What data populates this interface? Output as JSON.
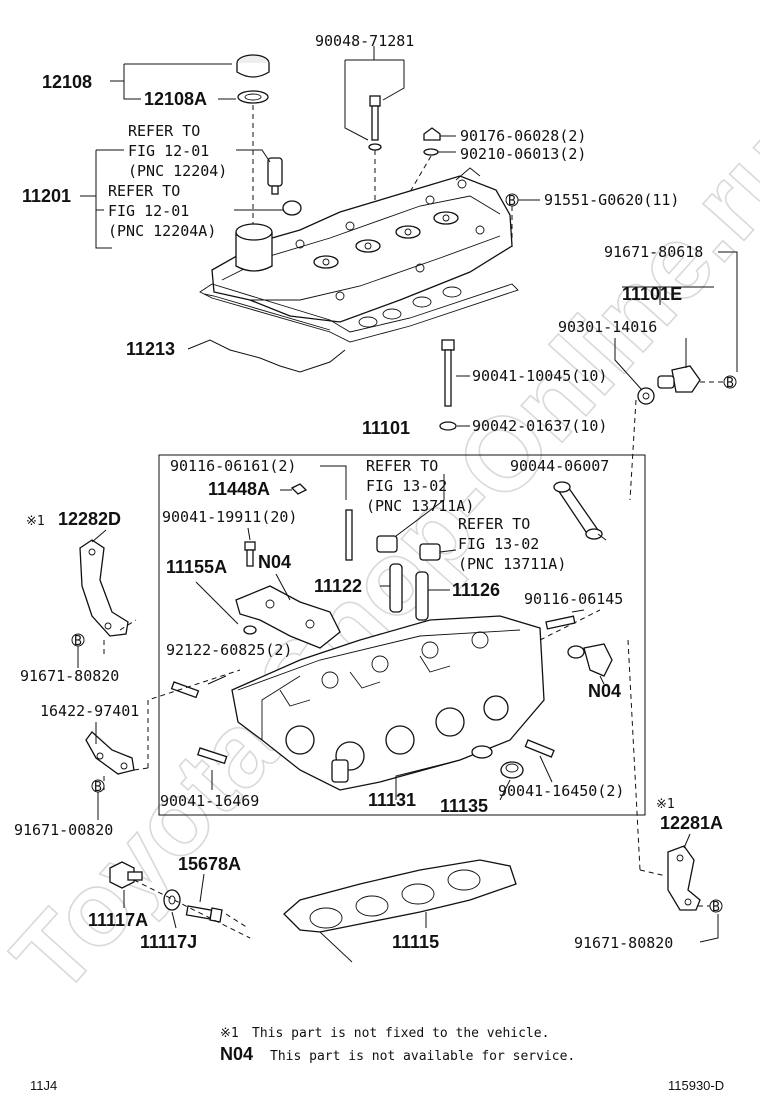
{
  "watermark": "Toyota-Shop-Online.ru",
  "labels": {
    "p90048_71281": "90048-71281",
    "p12108": "12108",
    "p12108A": "12108A",
    "ref1_a": "REFER TO",
    "ref1_b": "FIG 12-01",
    "ref1_c": "(PNC 12204)",
    "p11201": "11201",
    "ref2_a": "REFER TO",
    "ref2_b": "FIG 12-01",
    "ref2_c": "(PNC 12204A)",
    "p90176": "90176-06028(2)",
    "p90210": "90210-06013(2)",
    "p91551": "91551-G0620(11)",
    "p91671_80618": "91671-80618",
    "p11101E": "11101E",
    "p90301": "90301-14016",
    "p11213": "11213",
    "p90041_10045": "90041-10045(10)",
    "p90042": "90042-01637(10)",
    "p11101": "11101",
    "p90116_06161": "90116-06161(2)",
    "ref3_a": "REFER TO",
    "ref3_b": "FIG 13-02",
    "ref3_c": "(PNC 13711A)",
    "p90044": "90044-06007",
    "p11448A": "11448A",
    "p90041_19911": "90041-19911(20)",
    "ref4_a": "REFER TO",
    "ref4_b": "FIG 13-02",
    "ref4_c": "(PNC 13711A)",
    "mark1_left": "※1",
    "p12282D": "12282D",
    "p11155A": "11155A",
    "n04_a": "N04",
    "p11122": "11122",
    "p11126": "11126",
    "p90116_06145": "90116-06145",
    "p92122": "92122-60825(2)",
    "p91671_80820_a": "91671-80820",
    "n04_b": "N04",
    "p16422": "16422-97401",
    "p90041_16469": "90041-16469",
    "p11131": "11131",
    "p11135": "11135",
    "p90041_16450": "90041-16450(2)",
    "p91671_00820": "91671-00820",
    "mark1_right": "※1",
    "p12281A": "12281A",
    "p15678A": "15678A",
    "p11117A": "11117A",
    "p11117J": "11117J",
    "p11115": "11115",
    "p91671_80820_b": "91671-80820",
    "b1": "B",
    "b2": "B",
    "b3": "B",
    "b4": "B",
    "b5": "B"
  },
  "legend": {
    "mark1_symbol": "※1",
    "mark1_text": "This part is not fixed to the vehicle.",
    "n04_symbol": "N04",
    "n04_text": "This part is not available for service."
  },
  "footer": {
    "left": "11J4",
    "right": "115930-D"
  }
}
